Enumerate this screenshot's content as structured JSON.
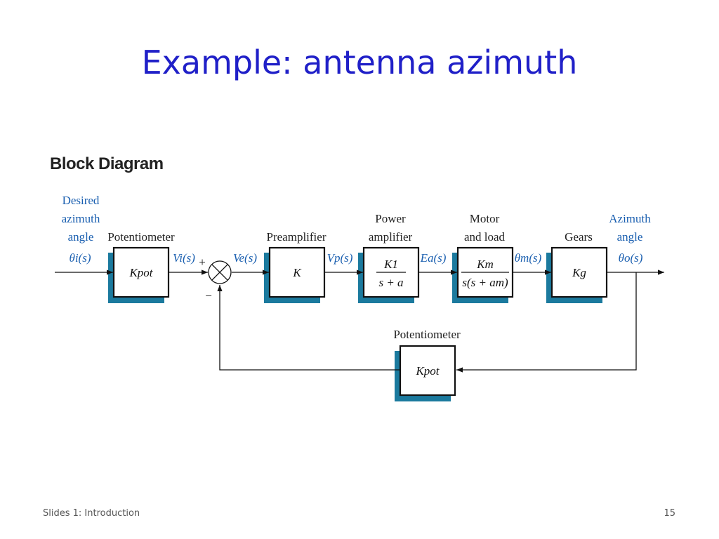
{
  "slide": {
    "title": "Example: antenna azimuth",
    "footer_left": "Slides 1: Introduction",
    "page_number": "15"
  },
  "diagram": {
    "heading": "Block Diagram",
    "input_label": [
      "Desired",
      "azimuth",
      "angle"
    ],
    "input_signal": "θi(s)",
    "output_label": [
      "Azimuth",
      "angle"
    ],
    "output_signal": "θo(s)",
    "blocks": {
      "potentiometer_in": {
        "label": "Potentiometer",
        "tf": "Kpot"
      },
      "preamplifier": {
        "label": "Preamplifier",
        "tf": "K"
      },
      "power_amplifier": {
        "label": [
          "Power",
          "amplifier"
        ],
        "tf_num": "K1",
        "tf_den": "s + a"
      },
      "motor": {
        "label": [
          "Motor",
          "and load"
        ],
        "tf_num": "Km",
        "tf_den": "s(s + am)"
      },
      "gears": {
        "label": "Gears",
        "tf": "Kg"
      },
      "potentiometer_fb": {
        "label": "Potentiometer",
        "tf": "Kpot"
      }
    },
    "signals": {
      "vi": "Vi(s)",
      "ve": "Ve(s)",
      "vp": "Vp(s)",
      "ea": "Ea(s)",
      "theta_m": "θm(s)"
    },
    "summing": {
      "plus": "+",
      "minus": "−"
    },
    "colors": {
      "title": "#2020c8",
      "signal": "#1a5fb0",
      "block_shadow": "#1b7a9e"
    }
  }
}
